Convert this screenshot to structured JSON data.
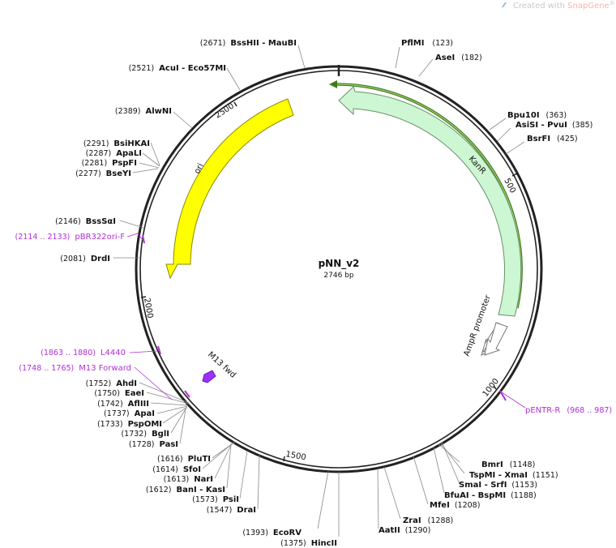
{
  "watermark": {
    "prefix": "Created with ",
    "brand": "SnapGene",
    "mark": "®"
  },
  "plasmid": {
    "name": "pNN_v2",
    "size_label": "2746 bp",
    "length": 2746
  },
  "ticks": [
    {
      "pos": 500,
      "label": "500"
    },
    {
      "pos": 1000,
      "label": "1000"
    },
    {
      "pos": 1500,
      "label": "1500"
    },
    {
      "pos": 2000,
      "label": "2000"
    },
    {
      "pos": 2500,
      "label": "2500"
    }
  ],
  "features": [
    {
      "name": "KanR",
      "color": "#cdf7d2",
      "stroke": "#6a8f6c"
    },
    {
      "name": "ori",
      "color": "#ffff00",
      "stroke": "#8a8a00"
    },
    {
      "name": "AmpR promoter",
      "color": "#ffffff",
      "stroke": "#777777"
    },
    {
      "name": "M13 fwd",
      "color": "#9b30ff",
      "stroke": "#6b1fb0"
    }
  ],
  "sites_right": [
    {
      "name": "PflMI",
      "pos": "(123)"
    },
    {
      "name": "AseI",
      "pos": "(182)"
    },
    {
      "name": "Bpu10I",
      "pos": "(363)"
    },
    {
      "name": "AsiSI  - PvuI",
      "pos": "(385)"
    },
    {
      "name": "BsrFI",
      "pos": "(425)"
    },
    {
      "name": "BmrI",
      "pos": "(1148)"
    },
    {
      "name": "TspMI  - XmaI",
      "pos": "(1151)"
    },
    {
      "name": "SmaI  - SrfI",
      "pos": "(1153)"
    },
    {
      "name": "BfuAI  - BspMI",
      "pos": "(1188)"
    },
    {
      "name": "MfeI",
      "pos": "(1208)"
    },
    {
      "name": "ZraI",
      "pos": "(1288)"
    },
    {
      "name": "AatII",
      "pos": "(1290)"
    }
  ],
  "sites_left": [
    {
      "name": "BssHII  - MauBI",
      "pos": "(2671)"
    },
    {
      "name": "AcuI  - Eco57MI",
      "pos": "(2521)"
    },
    {
      "name": "AlwNI",
      "pos": "(2389)"
    },
    {
      "name": "BsiHKAI",
      "pos": "(2291)"
    },
    {
      "name": "ApaLI",
      "pos": "(2287)"
    },
    {
      "name": "PspFI",
      "pos": "(2281)"
    },
    {
      "name": "BseYI",
      "pos": "(2277)"
    },
    {
      "name": "BssSαI",
      "pos": "(2146)"
    },
    {
      "name": "DrdI",
      "pos": "(2081)"
    },
    {
      "name": "AhdI",
      "pos": "(1752)"
    },
    {
      "name": "EaeI",
      "pos": "(1750)"
    },
    {
      "name": "AflIII",
      "pos": "(1742)"
    },
    {
      "name": "ApaI",
      "pos": "(1737)"
    },
    {
      "name": "PspOMI",
      "pos": "(1733)"
    },
    {
      "name": "BglI",
      "pos": "(1732)"
    },
    {
      "name": "PasI",
      "pos": "(1728)"
    },
    {
      "name": "PluTI",
      "pos": "(1616)"
    },
    {
      "name": "SfoI",
      "pos": "(1614)"
    },
    {
      "name": "NarI",
      "pos": "(1613)"
    },
    {
      "name": "BanI  - KasI",
      "pos": "(1612)"
    },
    {
      "name": "PsiI",
      "pos": "(1573)"
    },
    {
      "name": "DraI",
      "pos": "(1547)"
    },
    {
      "name": "EcoRV",
      "pos": "(1393)"
    },
    {
      "name": "HincII",
      "pos": "(1375)"
    }
  ],
  "primers": [
    {
      "name": "pENTR-R",
      "range": "(968 .. 987)"
    },
    {
      "name": "pBR322ori-F",
      "range": "(2114 .. 2133)"
    },
    {
      "name": "L4440",
      "range": "(1863 .. 1880)"
    },
    {
      "name": "M13 Forward",
      "range": "(1748 .. 1765)"
    }
  ]
}
